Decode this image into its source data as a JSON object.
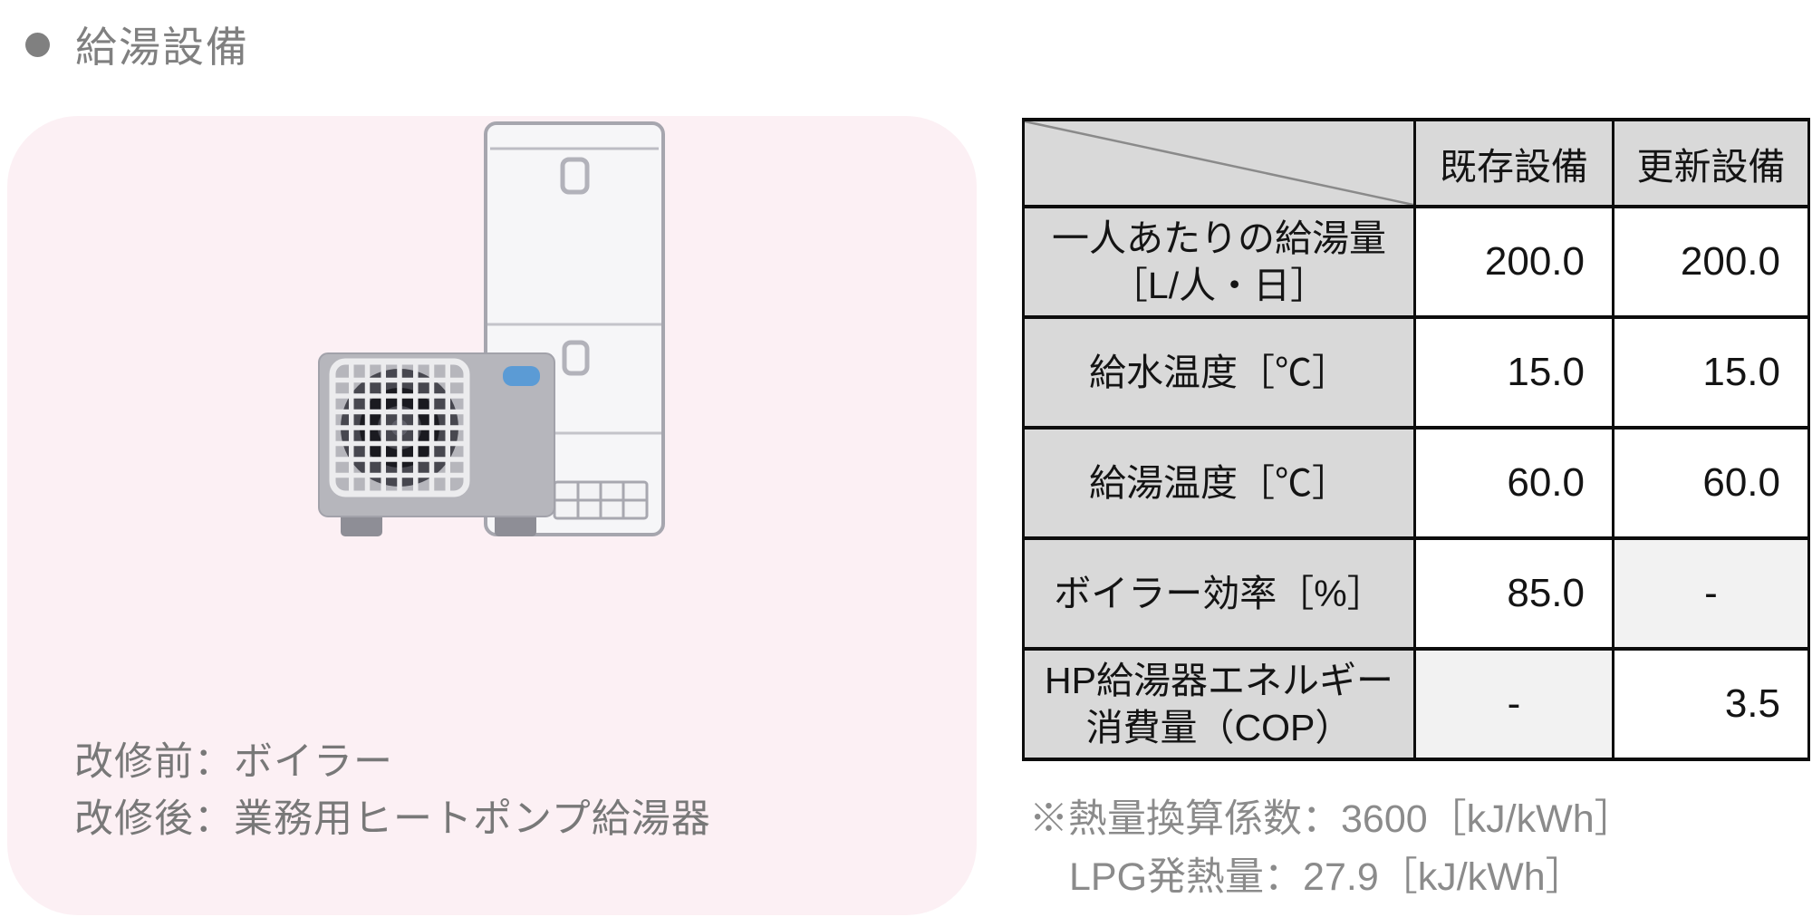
{
  "header": {
    "title": "給湯設備"
  },
  "panel": {
    "bg_color": "#fcf0f4",
    "illustration": "heat-pump-water-heater",
    "caption_before": "改修前：ボイラー",
    "caption_after": "改修後：業務用ヒートポンプ給湯器"
  },
  "table": {
    "col_existing": "既存設備",
    "col_updated": "更新設備",
    "rows": [
      {
        "label": "一人あたりの給湯量",
        "label2": "［L/人・日］",
        "existing": "200.0",
        "updated": "200.0"
      },
      {
        "label": "給水温度［℃］",
        "label2": "",
        "existing": "15.0",
        "updated": "15.0"
      },
      {
        "label": "給湯温度［℃］",
        "label2": "",
        "existing": "60.0",
        "updated": "60.0"
      },
      {
        "label": "ボイラー効率［%］",
        "label2": "",
        "existing": "85.0",
        "updated": "-"
      },
      {
        "label": "HP給湯器エネルギー",
        "label2": "消費量（COP）",
        "existing": "-",
        "updated": "3.5"
      }
    ],
    "colors": {
      "header_bg": "#d9d9d9",
      "label_bg": "#d9d9d9",
      "na_cell_bg": "#f2f2f2",
      "border": "#0d0d0d"
    }
  },
  "notes": {
    "line1": "※熱量換算係数：3600［kJ/kWh］",
    "line2": "LPG発熱量：27.9［kJ/kWh］"
  },
  "illustration_colors": {
    "tank_body": "#f6f6f8",
    "tank_outline": "#a6a6ae",
    "outdoor_unit_body": "#b6b6bc",
    "fan_dark": "#47474f",
    "grille_lines": "#ececee",
    "accent_blue": "#5b9bd5"
  }
}
